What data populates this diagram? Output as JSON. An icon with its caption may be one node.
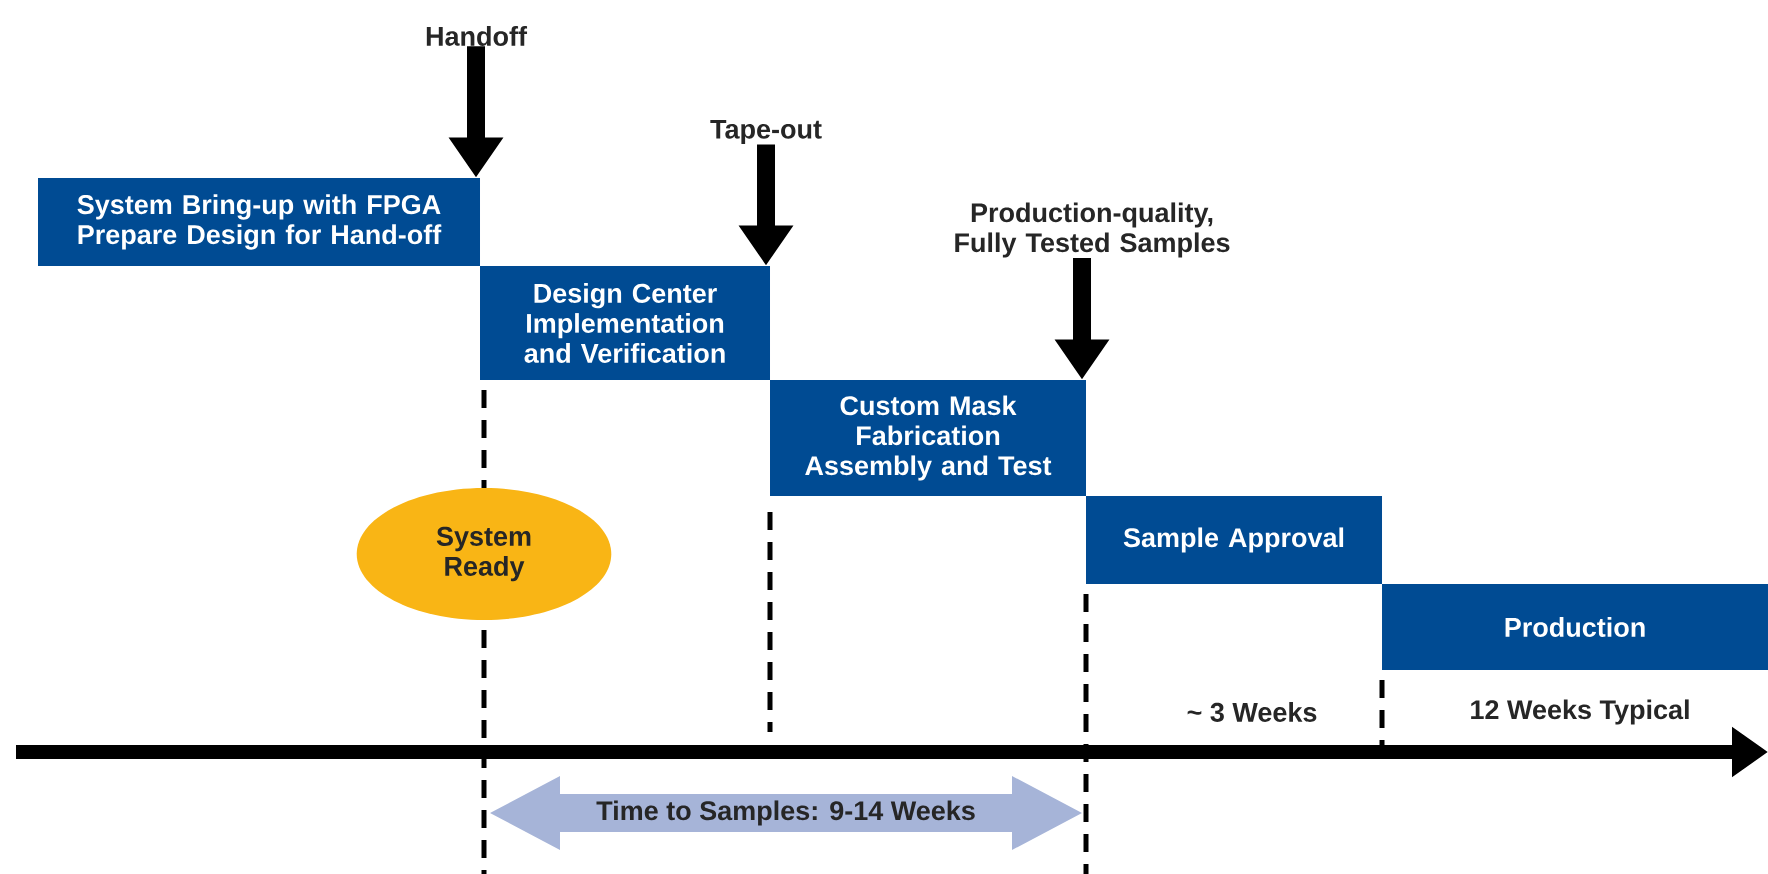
{
  "diagram": {
    "nodes": [
      {
        "text": [
          "Handoff"
        ]
      },
      {
        "text": [
          "Tape-out"
        ]
      },
      {
        "text": [
          "Production-quality, Fully Tested Samples"
        ]
      },
      {
        "text": [
          "System Bring-up with FPGA",
          "Prepare Design for Hand-off"
        ]
      },
      {
        "text": [
          "Design Center Implementation and Verification"
        ]
      },
      {
        "text": [
          "Custom Mask Fabrication Assembly and Test"
        ]
      },
      {
        "text": [
          "Sample Approval"
        ]
      },
      {
        "text": [
          "Production"
        ]
      },
      {
        "text": [
          "System Ready"
        ]
      },
      {
        "text": [
          "Time to Samples: 9-14 Weeks"
        ]
      }
    ],
    "edges": [
      {
        "from": 0,
        "to": 3,
        "arrow": "to"
      },
      {
        "from": 1,
        "to": 4,
        "arrow": "to"
      },
      {
        "from": 2,
        "to": 5,
        "arrow": "to"
      }
    ],
    "labels": [
      "~ 3 Weeks",
      "12 Weeks Typical"
    ]
  }
}
